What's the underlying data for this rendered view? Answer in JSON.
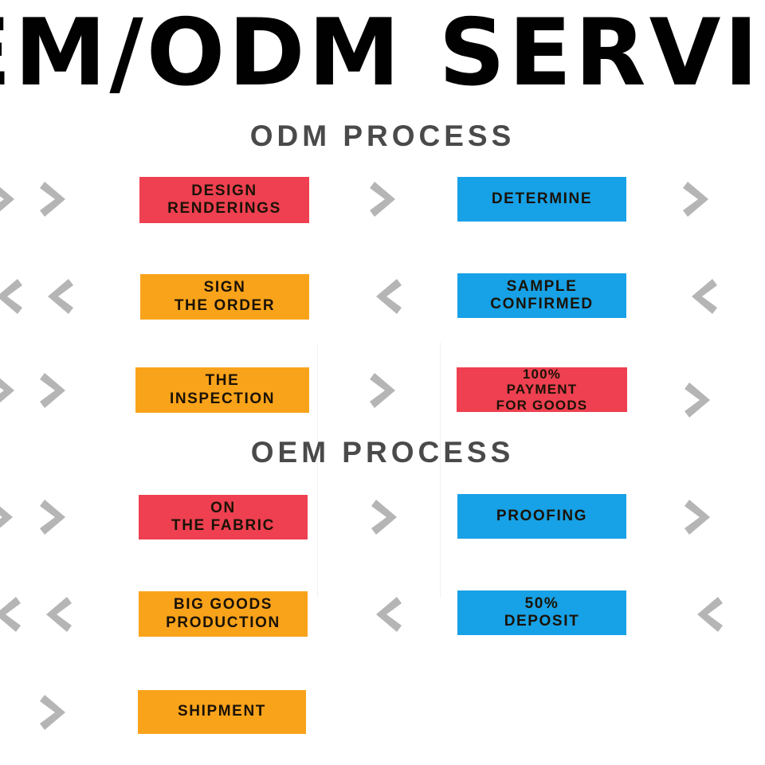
{
  "banner": {
    "title": "OEM/ODM SERVICE",
    "visible_text": "EM/ODM SERVIC"
  },
  "colors": {
    "red": "#ee4050",
    "blue": "#17a1e6",
    "orange": "#f9a31b",
    "chevron_gray": "#b5b5b5",
    "heading_gray": "#4a4a4a",
    "background": "#ffffff",
    "box_text": "#1a1206"
  },
  "sections": [
    {
      "heading": "ODM PROCESS",
      "rows": [
        {
          "direction": "right",
          "steps": [
            {
              "label": "DESIGN\nRENDERINGS",
              "color": "red"
            },
            {
              "label": "DETERMINE",
              "color": "blue"
            }
          ]
        },
        {
          "direction": "left",
          "steps": [
            {
              "label": "SIGN\nTHE ORDER",
              "color": "orange"
            },
            {
              "label": "SAMPLE\nCONFIRMED",
              "color": "blue"
            }
          ]
        },
        {
          "direction": "right",
          "steps": [
            {
              "label": "THE\nINSPECTION",
              "color": "orange"
            },
            {
              "label": "100%\nPAYMENT\nFOR GOODS",
              "color": "red"
            }
          ]
        }
      ]
    },
    {
      "heading": "OEM PROCESS",
      "rows": [
        {
          "direction": "right",
          "steps": [
            {
              "label": "ON\nTHE FABRIC",
              "color": "red"
            },
            {
              "label": "PROOFING",
              "color": "blue"
            }
          ]
        },
        {
          "direction": "left",
          "steps": [
            {
              "label": "BIG GOODS\nPRODUCTION",
              "color": "orange"
            },
            {
              "label": "50%\nDEPOSIT",
              "color": "blue"
            }
          ]
        },
        {
          "direction": "right",
          "steps": [
            {
              "label": "SHIPMENT",
              "color": "orange"
            }
          ]
        }
      ]
    }
  ]
}
